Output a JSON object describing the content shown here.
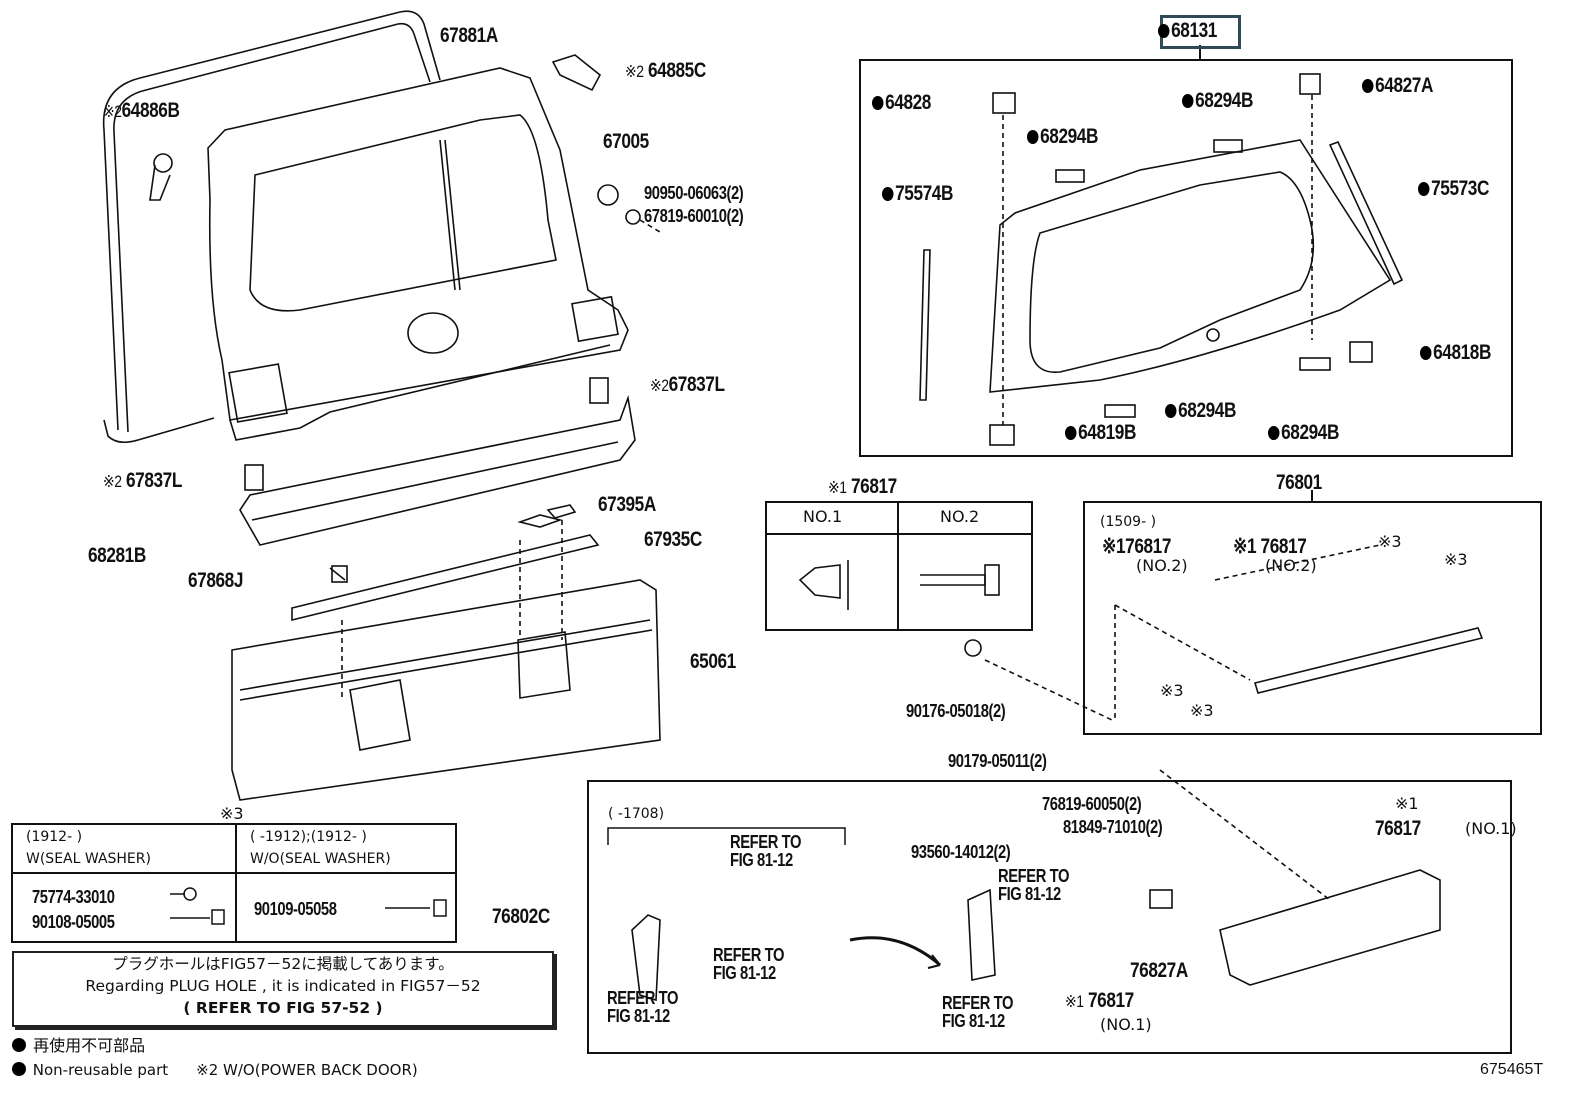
{
  "figure_id": "675465T",
  "highlighted_part": "68131",
  "callouts": {
    "p67881A": "67881A",
    "p64885C": "64885C",
    "p64886B": "64886B",
    "p67005": "67005",
    "p90950": "90950-06063(2)",
    "p67819": "67819-60010(2)",
    "p67837L_r": "67837L",
    "p67837L_l": "67837L",
    "p68281B": "68281B",
    "p67868J": "67868J",
    "p67395A": "67395A",
    "p67935C": "67935C",
    "p65061": "65061",
    "p76802C": "76802C",
    "p68131": "68131",
    "p64828": "64828",
    "p68294B_1": "68294B",
    "p68294B_2": "68294B",
    "p64827A": "64827A",
    "p75574B": "75574B",
    "p75573C": "75573C",
    "p64818B": "64818B",
    "p68294B_3": "68294B",
    "p64819B": "64819B",
    "p68294B_4": "68294B",
    "p76801": "76801",
    "p90176": "90176-05018(2)",
    "p90179": "90179-05011(2)",
    "p76819": "76819-60050(2)",
    "p81849": "81849-71010(2)",
    "p93560": "93560-14012(2)",
    "p76817_no1_top": "76817",
    "p76827A": "76827A",
    "p76817_no1_bot": "76817"
  },
  "marks": {
    "kome1": "※1",
    "kome2": "※2",
    "kome3": "※3",
    "no1": "(NO.1)",
    "no2": "(NO.2)"
  },
  "clip_table": {
    "title_mark": "※1",
    "title_part": "76817",
    "col1": "NO.1",
    "col2": "NO.2"
  },
  "box76801": {
    "date_range": "(1509-     )",
    "clip_a": "※176817",
    "clip_b": "※1 76817"
  },
  "box76802C": {
    "date_range": "(     -1708)",
    "refer": "REFER TO",
    "fig": "FIG 81-12"
  },
  "seal_table": {
    "mark": "※3",
    "col1_date": "(1912-     )",
    "col1_desc": "W(SEAL WASHER)",
    "col2_date": "(     -1912);(1912-     )",
    "col2_desc": "W/O(SEAL WASHER)",
    "col1_parts": [
      "75774-33010",
      "90108-05005"
    ],
    "col2_parts": [
      "90109-05058"
    ]
  },
  "note": {
    "jp": "プラグホールはFIG57－52に掲載してあります。",
    "en": "Regarding PLUG HOLE , it is indicated in FIG57－52",
    "ref": "(   REFER TO FIG 57-52   )"
  },
  "legend": {
    "jp": "再使用不可部品",
    "en": "Non-reusable part",
    "note2": "※2 W/O(POWER BACK DOOR)"
  }
}
